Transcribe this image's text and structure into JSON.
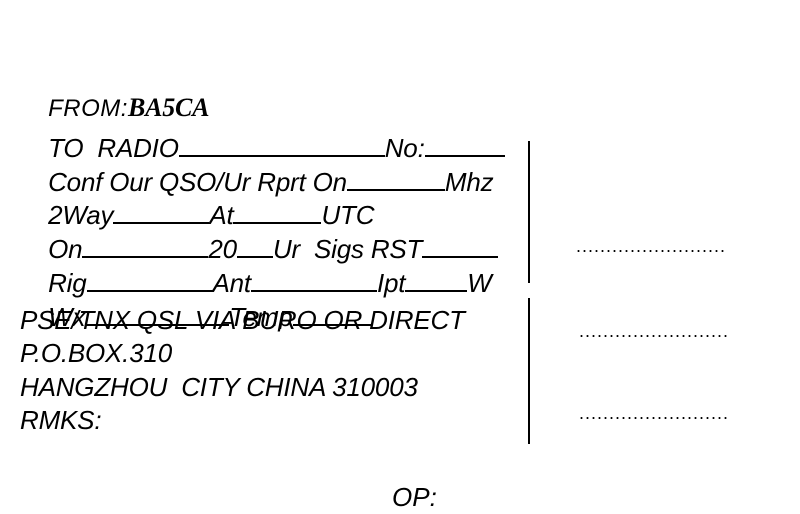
{
  "from": {
    "label": "FROM:",
    "callsign": "BA5CA"
  },
  "to": {
    "label": "TO  RADIO",
    "no_label": "No:"
  },
  "conf": {
    "label": "Conf Our QSO/Ur Rprt On",
    "unit": "Mhz"
  },
  "twoway": {
    "label": "2Way",
    "at_label": "At",
    "unit": "UTC"
  },
  "on": {
    "label": "On",
    "year": "20",
    "sigs_label": "Ur  Sigs RST"
  },
  "rig": {
    "label": "Rig",
    "ant_label": "Ant",
    "ipt_label": "Ipt",
    "unit": "W"
  },
  "wx": {
    "label": "Wx",
    "temp_label": "Temp"
  },
  "qsl": {
    "text": "PSE/TNX QSL VIA BURO OR DIRECT"
  },
  "pobox": {
    "text": "P.O.BOX.310"
  },
  "city": {
    "text": "HANGZHOU  CITY CHINA 310003"
  },
  "rmks": {
    "label": "RMKS:"
  },
  "dots": {
    "line": "........................."
  },
  "op": {
    "label": "OP:"
  }
}
